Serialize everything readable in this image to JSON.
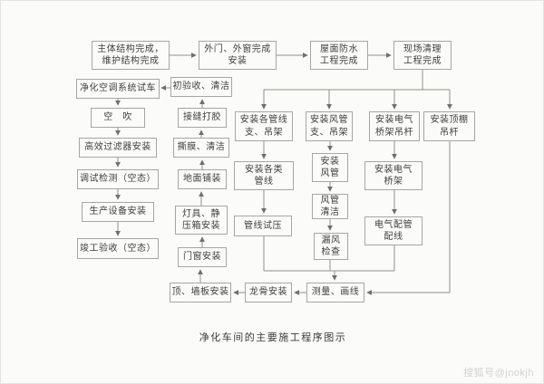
{
  "diagram": {
    "caption": "净化车间的主要施工程序图示",
    "watermark": "搜狐号@jnokjh"
  },
  "colors": {
    "background": "#fbfbf9",
    "box_border": "#a6a6a3",
    "text": "#3e3e3c",
    "connector_line": "#8f8f8c",
    "arrowhead": "#6f6f6c",
    "watermark": "#d2d2d0"
  },
  "nodes": [
    {
      "id": "main-structure",
      "text": "主体结构完成，\n维护结构完成"
    },
    {
      "id": "exterior-doors-windows",
      "text": "外门、外窗完成\n安装"
    },
    {
      "id": "roof-waterproof",
      "text": "屋面防水\n工程完成"
    },
    {
      "id": "site-cleanup",
      "text": "现场清理\n工程完成"
    },
    {
      "id": "initial-acceptance",
      "text": "初验收、清洁"
    },
    {
      "id": "hvac-test-run",
      "text": "净化空调系统试车"
    },
    {
      "id": "air-blow",
      "text": "空　吹"
    },
    {
      "id": "hepa-filter-install",
      "text": "高效过滤器安装"
    },
    {
      "id": "debug-test-empty",
      "text": "调试检测（空态）"
    },
    {
      "id": "production-equipment",
      "text": "生产设备安装"
    },
    {
      "id": "completion-acceptance",
      "text": "竣工验收（空态）"
    },
    {
      "id": "seam-caulking",
      "text": "接缝打胶"
    },
    {
      "id": "film-peel-clean",
      "text": "撕膜、清洁"
    },
    {
      "id": "floor-paving",
      "text": "地面铺装"
    },
    {
      "id": "lights-plenum-install",
      "text": "灯具、静\n压箱安装"
    },
    {
      "id": "door-window-install",
      "text": "门窗安装"
    },
    {
      "id": "ceiling-wall-panel",
      "text": "顶、墙板安装"
    },
    {
      "id": "keel-install",
      "text": "龙骨安装"
    },
    {
      "id": "measure-markline",
      "text": "测量、画线"
    },
    {
      "id": "pipeline-supports",
      "text": "安装各管线\n支、吊架"
    },
    {
      "id": "pipelines-install",
      "text": "安装各类\n管线"
    },
    {
      "id": "pipeline-pressure-test",
      "text": "管线试压"
    },
    {
      "id": "duct-supports",
      "text": "安装风管\n支、吊架"
    },
    {
      "id": "duct-install",
      "text": "安装\n风管"
    },
    {
      "id": "duct-clean",
      "text": "风管\n清洁"
    },
    {
      "id": "leak-check",
      "text": "漏风\n检查"
    },
    {
      "id": "cable-tray-hangers",
      "text": "安装电气\n桥架吊杆"
    },
    {
      "id": "cable-tray-install",
      "text": "安装电气\n桥架"
    },
    {
      "id": "electrical-conduit-wiring",
      "text": "电气配管\n配线"
    },
    {
      "id": "ceiling-hangers",
      "text": "安装顶棚\n吊杆"
    }
  ]
}
